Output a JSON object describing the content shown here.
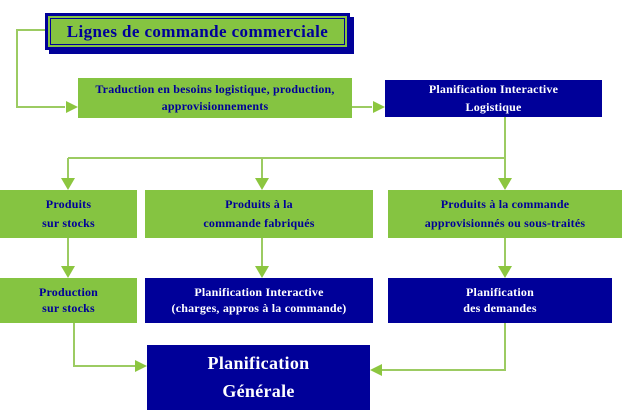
{
  "palette": {
    "box_green": "#85C441",
    "box_navy": "#000099",
    "connector_green": "#9CCB62",
    "text_navy": "#000099",
    "text_white": "#FFFFFF"
  },
  "nodes": {
    "title": {
      "label": "Lignes de commande commerciale"
    },
    "traduction": {
      "line1": "Traduction en besoins logistique, production,",
      "line2": "approvisionnements"
    },
    "planification_logistique": {
      "line1": "Planification Interactive",
      "line2": "Logistique"
    },
    "produits_stocks": {
      "line1": "Produits",
      "line2": "sur stocks"
    },
    "produits_fabriques": {
      "line1": "Produits à  la",
      "line2": "commande fabriqués"
    },
    "produits_approvisionnes": {
      "line1": "Produits à la commande",
      "line2": "approvisionnés ou sous-traités"
    },
    "production_stocks": {
      "line1": "Production",
      "line2": "sur stocks"
    },
    "planification_charges": {
      "line1": "Planification Interactive",
      "line2": "(charges, appros à la commande)"
    },
    "planification_demandes": {
      "line1": "Planification",
      "line2": "des demandes"
    },
    "planification_generale": {
      "line1": "Planification",
      "line2": "Générale"
    }
  }
}
